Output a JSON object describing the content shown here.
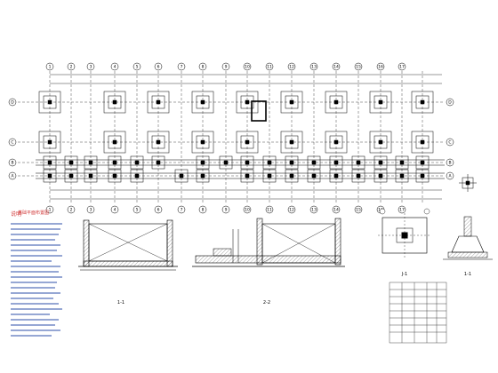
{
  "drawing": {
    "axis_numbers": [
      "1",
      "2",
      "3",
      "4",
      "5",
      "6",
      "7",
      "8",
      "9",
      "10",
      "11",
      "12",
      "13",
      "14",
      "15",
      "16",
      "17"
    ],
    "axis_letters_left": [
      "D",
      "C",
      "B",
      "A"
    ],
    "axis_letters_right": [
      "D",
      "C",
      "B",
      "A"
    ],
    "plan_title": "基础平面布置图",
    "notes_title": "说明",
    "section_labels": {
      "left": "1-1",
      "middle": "2-2",
      "pit_detail": "J-1",
      "column_detail": "1-1"
    },
    "colors": {
      "line": "#000000",
      "red": "#d23a3a",
      "blue": "#2c4fa8"
    },
    "hatch": "concrete-hatch"
  }
}
